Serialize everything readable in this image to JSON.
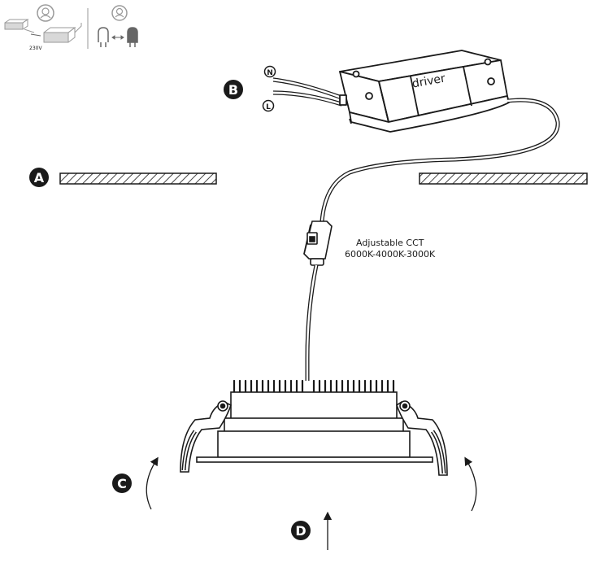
{
  "steps": {
    "a": "A",
    "b": "B",
    "c": "C",
    "d": "D"
  },
  "terminals": {
    "neutral": "N",
    "live": "L"
  },
  "driver": {
    "label": "driver"
  },
  "cct": {
    "title": "Adjustable CCT",
    "options": "6000K-4000K-3000K"
  },
  "header": {
    "voltage": "230V"
  },
  "colors": {
    "ink": "#1a1a1a",
    "hatch": "#444444",
    "grey": "#9a9a9a"
  }
}
